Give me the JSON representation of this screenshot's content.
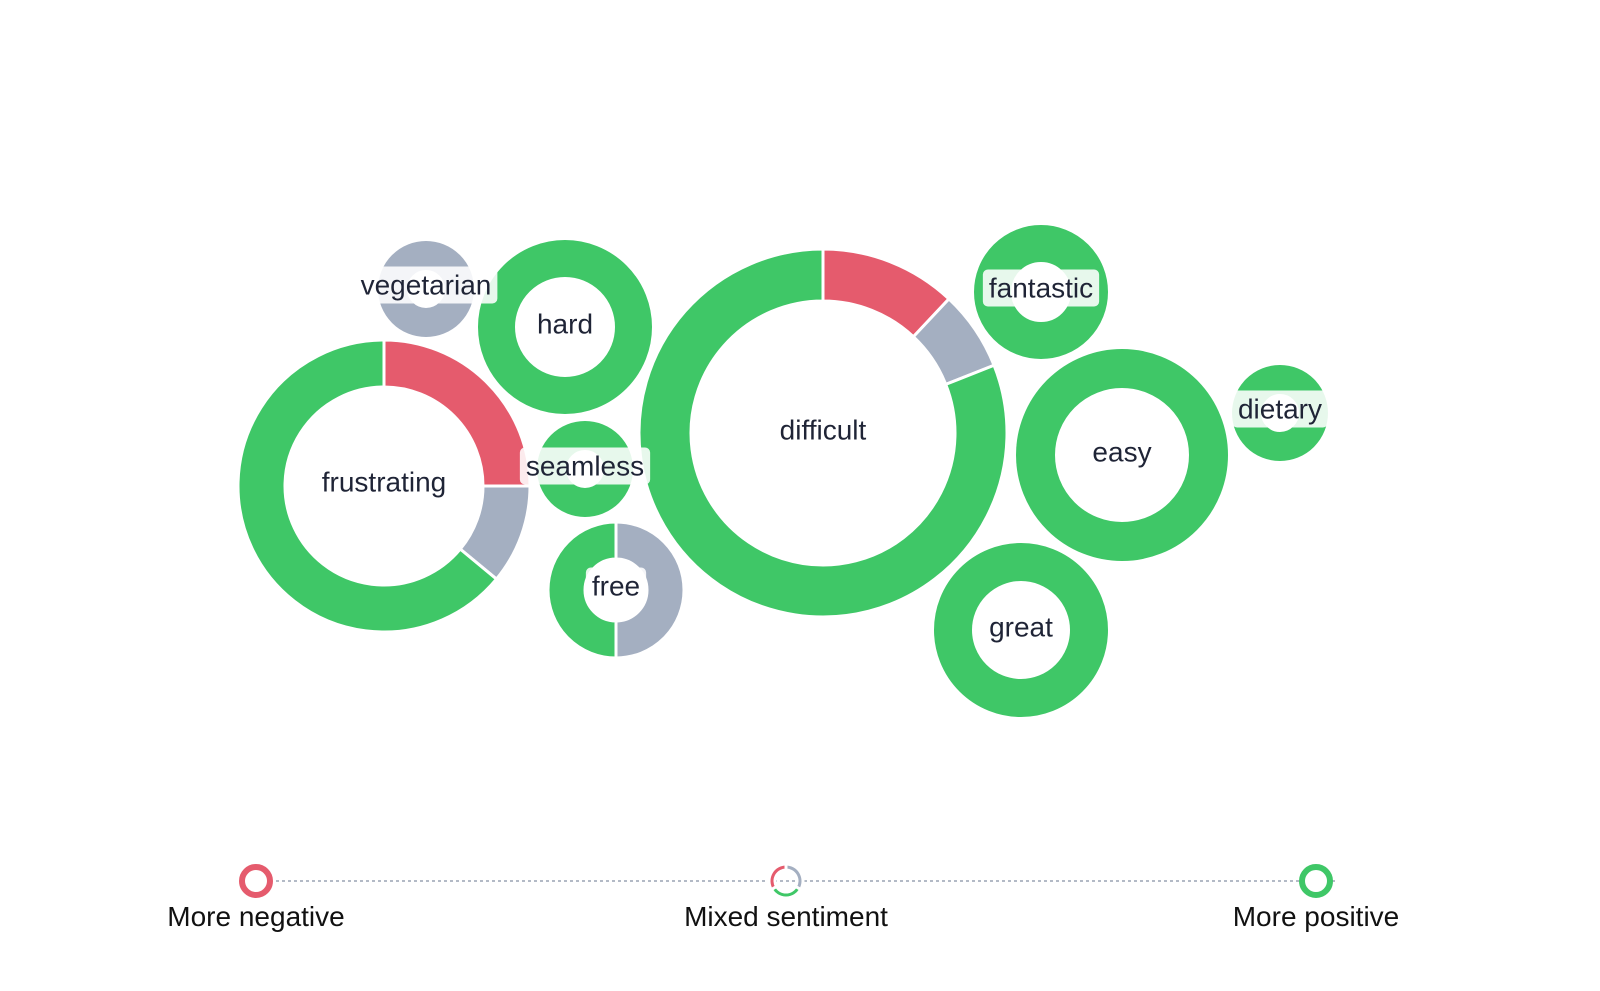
{
  "colors": {
    "negative": "#e55b6d",
    "neutral": "#a4afc1",
    "positive": "#3fc767",
    "text": "#1f2436",
    "label_bg": "#ffffff"
  },
  "chart_data": {
    "type": "donut-bubble",
    "title": "",
    "words": [
      {
        "word": "difficult",
        "negative": 12,
        "neutral": 7,
        "positive": 81
      },
      {
        "word": "frustrating",
        "negative": 25,
        "neutral": 11,
        "positive": 64
      },
      {
        "word": "easy",
        "negative": 0,
        "neutral": 0,
        "positive": 100
      },
      {
        "word": "great",
        "negative": 0,
        "neutral": 0,
        "positive": 100
      },
      {
        "word": "hard",
        "negative": 0,
        "neutral": 0,
        "positive": 100
      },
      {
        "word": "fantastic",
        "negative": 0,
        "neutral": 0,
        "positive": 100
      },
      {
        "word": "free",
        "negative": 0,
        "neutral": 50,
        "positive": 50
      },
      {
        "word": "vegetarian",
        "negative": 0,
        "neutral": 100,
        "positive": 0
      },
      {
        "word": "dietary",
        "negative": 0,
        "neutral": 0,
        "positive": 100
      },
      {
        "word": "seamless",
        "negative": 0,
        "neutral": 0,
        "positive": 100
      }
    ]
  },
  "legend": {
    "items": [
      {
        "label": "More negative"
      },
      {
        "label": "Mixed sentiment"
      },
      {
        "label": "More positive"
      }
    ]
  }
}
